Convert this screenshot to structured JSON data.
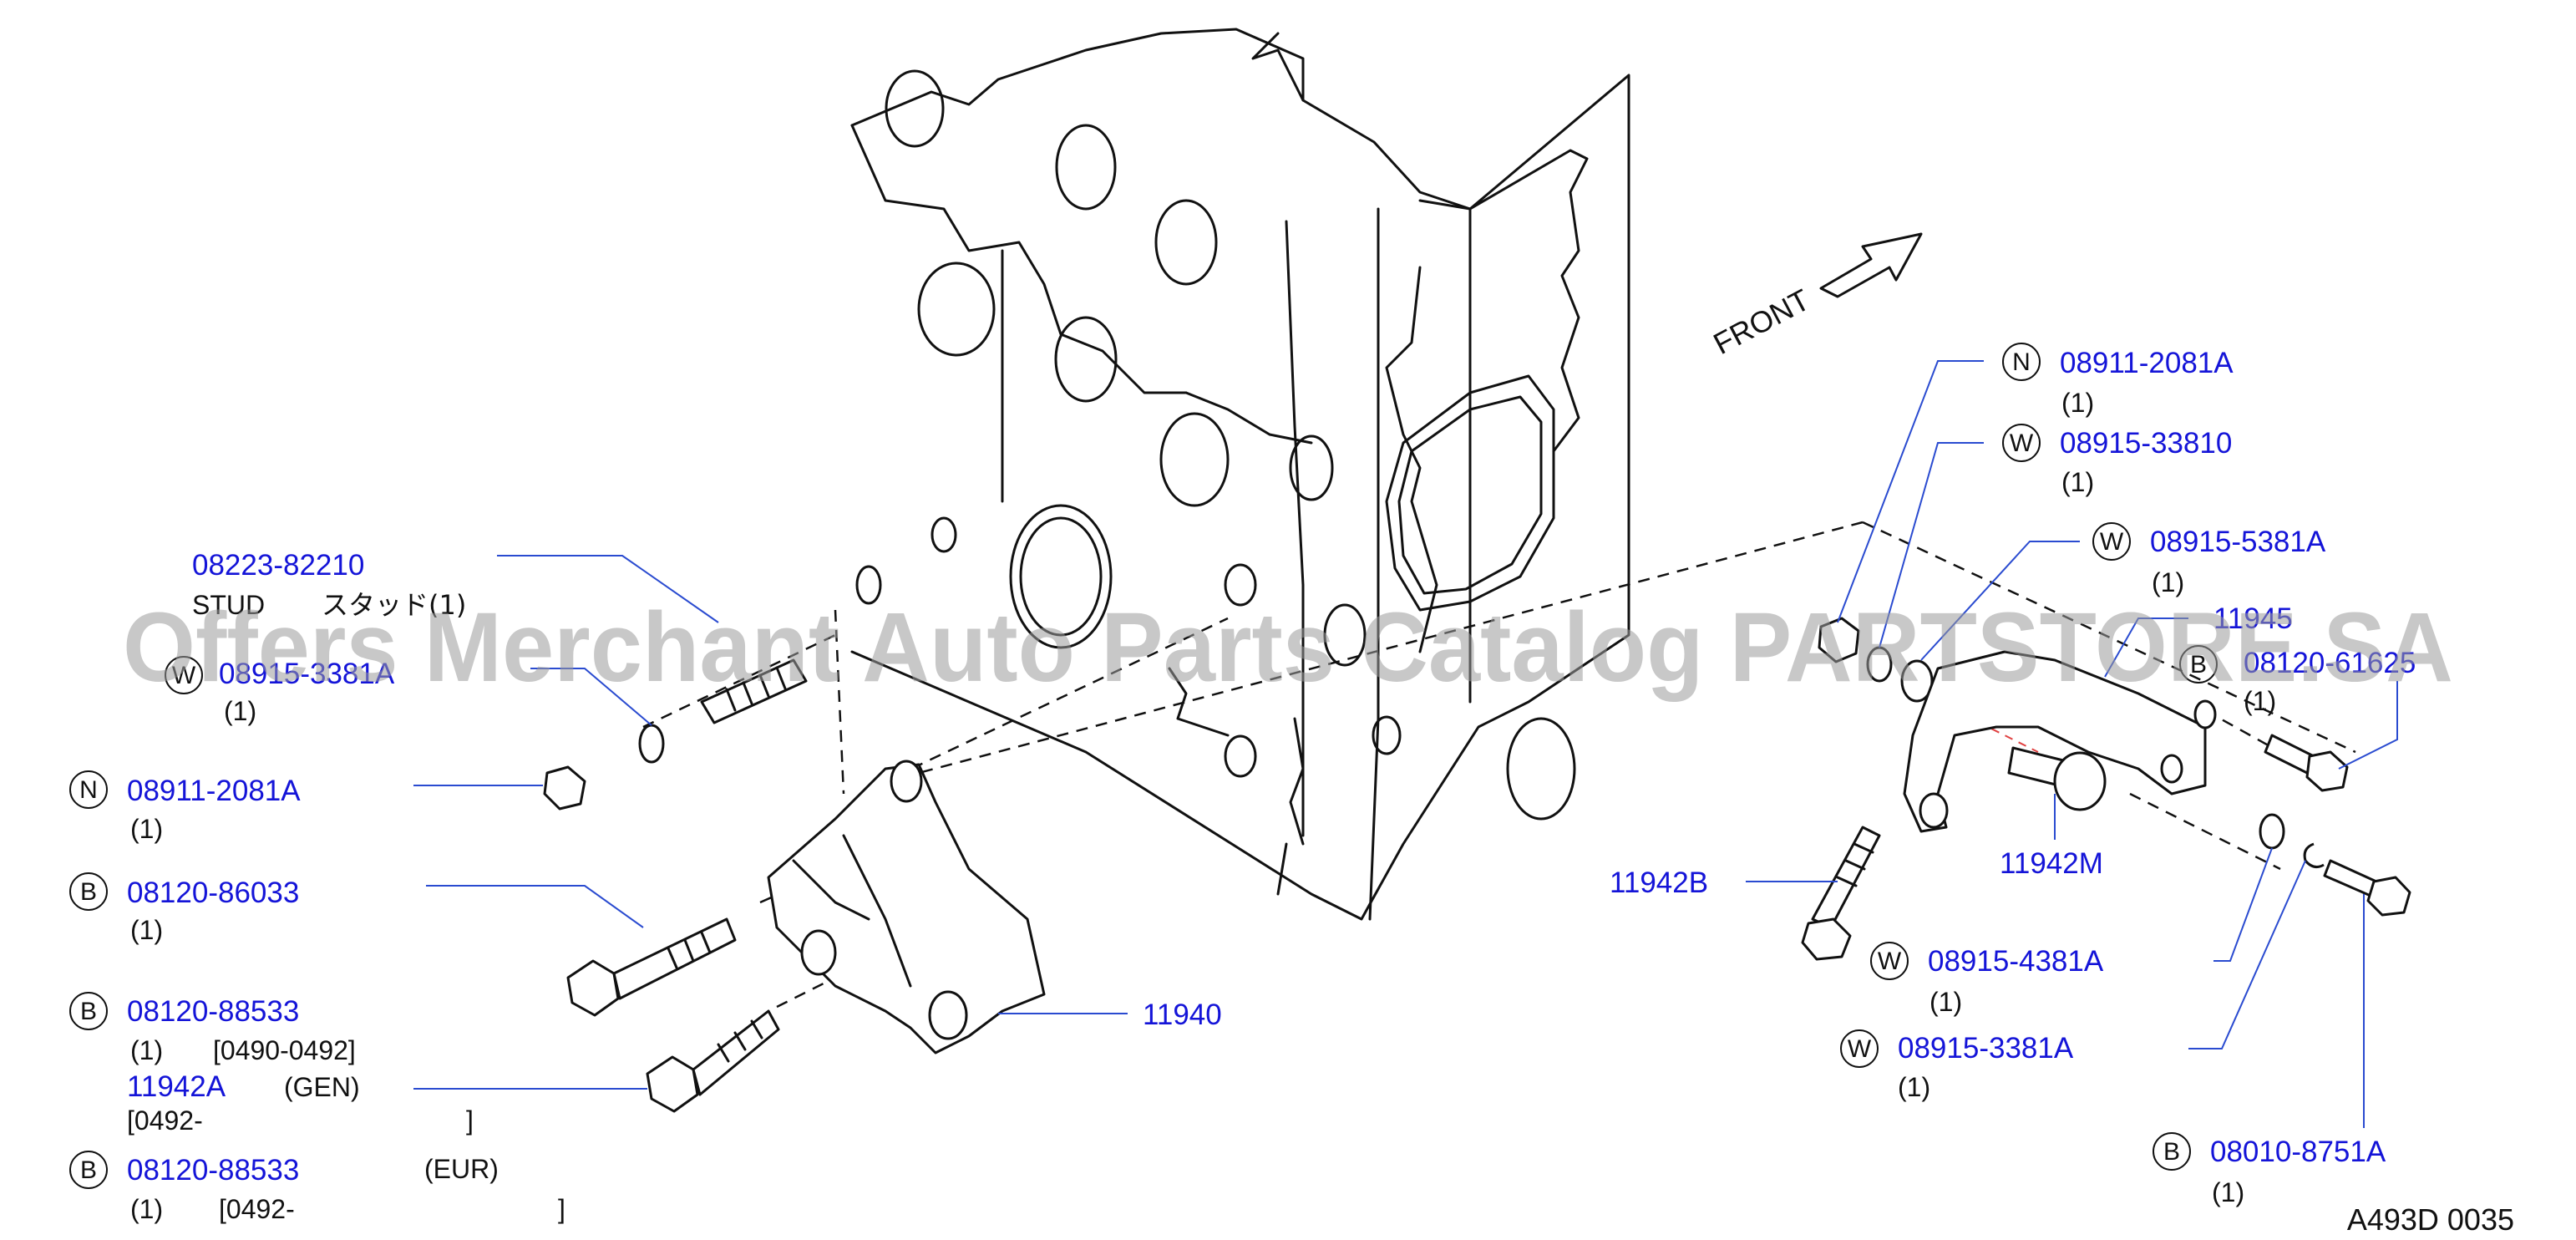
{
  "front_label": "FRONT",
  "watermark": "Offers Merchant Auto Parts Catalog PARTSTORE.SA",
  "diagram_code": "A493D  0035",
  "left_parts": {
    "stud": {
      "number": "08223-82210",
      "desc": "STUD",
      "desc_jp": "スタッド(1)"
    },
    "washer_a": {
      "symbol": "W",
      "number": "08915-3381A",
      "qty": "(1)"
    },
    "nut_a": {
      "symbol": "N",
      "number": "08911-2081A",
      "qty": "(1)"
    },
    "bolt_86033": {
      "symbol": "B",
      "number": "08120-86033",
      "qty": "(1)"
    },
    "bolt_88533_gen": {
      "symbol": "B",
      "number": "08120-88533",
      "qty": "(1)",
      "range": "[0490-0492]"
    },
    "bracket_gen": {
      "number": "11942A",
      "note": "(GEN)",
      "range_open": "[0492-",
      "range_close": "]"
    },
    "bolt_88533_eur": {
      "symbol": "B",
      "number": "08120-88533",
      "note": "(EUR)",
      "qty": "(1)",
      "range_open": "[0492-",
      "range_close": "]"
    },
    "bracket_main": {
      "number": "11940"
    }
  },
  "right_parts": {
    "nut_b": {
      "symbol": "N",
      "number": "08911-2081A",
      "qty": "(1)"
    },
    "washer_b": {
      "symbol": "W",
      "number": "08915-33810",
      "qty": "(1)"
    },
    "washer_c": {
      "symbol": "W",
      "number": "08915-5381A",
      "qty": "(1)"
    },
    "bracket_945": {
      "number": "11945"
    },
    "bolt_61625": {
      "symbol": "B",
      "number": "08120-61625",
      "qty": "(1)"
    },
    "spacer": {
      "number": "11942M"
    },
    "bracket_b": {
      "number": "11942B"
    },
    "washer_d": {
      "symbol": "W",
      "number": "08915-4381A",
      "qty": "(1)"
    },
    "washer_e": {
      "symbol": "W",
      "number": "08915-3381A",
      "qty": "(1)"
    },
    "bolt_8751": {
      "symbol": "B",
      "number": "08010-8751A",
      "qty": "(1)"
    }
  }
}
